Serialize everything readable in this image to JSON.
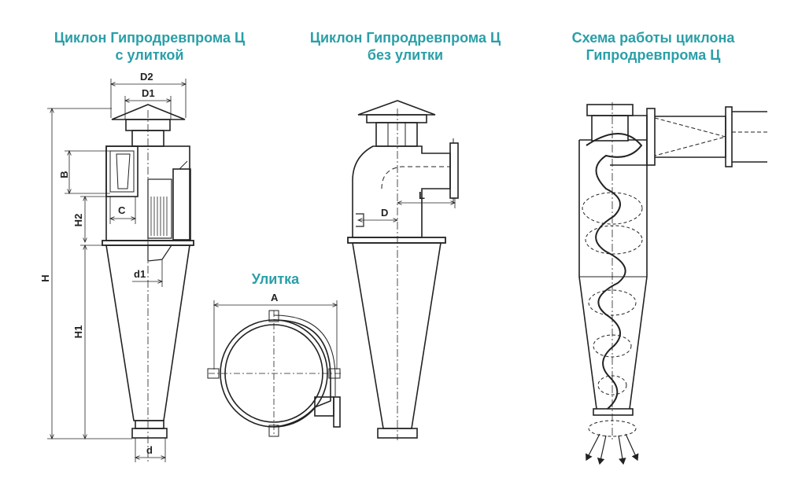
{
  "titles": {
    "with_volute": [
      "Циклон Гипродревпрома Ц",
      "с улиткой"
    ],
    "without_volute": [
      "Циклон Гипродревпрома Ц",
      "без улитки"
    ],
    "scheme": [
      "Схема работы циклона",
      "Гипродревпрома Ц"
    ],
    "volute": "Улитка"
  },
  "dimensions": {
    "D2": "D2",
    "D1": "D1",
    "B": "B",
    "C": "C",
    "H2": "H2",
    "H": "H",
    "H1": "H1",
    "d1": "d1",
    "d": "d",
    "A": "A",
    "L": "L",
    "D": "D"
  },
  "colors": {
    "title": "#2a9fa8",
    "line": "#222222"
  }
}
